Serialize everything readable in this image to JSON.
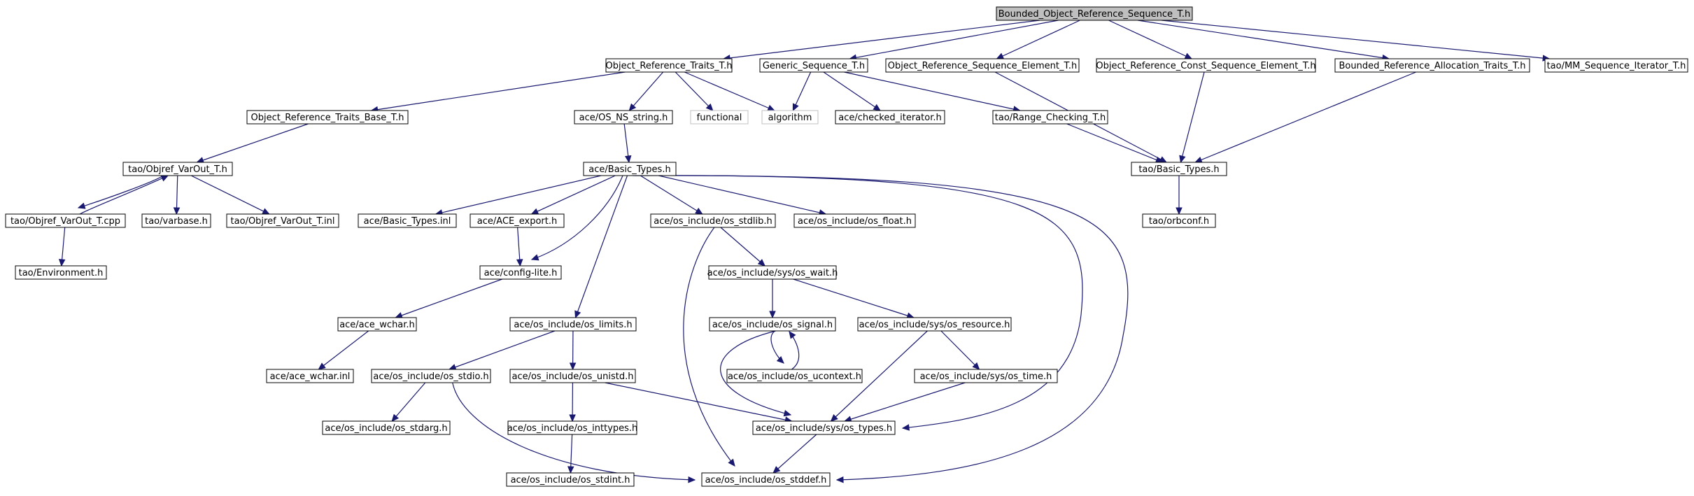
{
  "diagram": {
    "colors": {
      "edge": "#191970",
      "root_fill": "#bfbfbf",
      "node_fill": "#ffffff",
      "node_border": "#000000",
      "ghost_border": "#c0c0c0"
    },
    "nodes": [
      {
        "id": "root",
        "label": "Bounded_Object_Reference_Sequence_T.h"
      },
      {
        "id": "ort",
        "label": "Object_Reference_Traits_T.h"
      },
      {
        "id": "gs",
        "label": "Generic_Sequence_T.h"
      },
      {
        "id": "orse",
        "label": "Object_Reference_Sequence_Element_T.h"
      },
      {
        "id": "orcse",
        "label": "Object_Reference_Const_Sequence_Element_T.h"
      },
      {
        "id": "brat",
        "label": "Bounded_Reference_Allocation_Traits_T.h"
      },
      {
        "id": "mmsi",
        "label": "tao/MM_Sequence_Iterator_T.h"
      },
      {
        "id": "ortb",
        "label": "Object_Reference_Traits_Base_T.h"
      },
      {
        "id": "osns",
        "label": "ace/OS_NS_string.h"
      },
      {
        "id": "functional",
        "label": "functional"
      },
      {
        "id": "algorithm",
        "label": "algorithm"
      },
      {
        "id": "chkit",
        "label": "ace/checked_iterator.h"
      },
      {
        "id": "rangechk",
        "label": "tao/Range_Checking_T.h"
      },
      {
        "id": "taobt",
        "label": "tao/Basic_Types.h"
      },
      {
        "id": "orbconf",
        "label": "tao/orbconf.h"
      },
      {
        "id": "objref",
        "label": "tao/Objref_VarOut_T.h"
      },
      {
        "id": "acebt",
        "label": "ace/Basic_Types.h"
      },
      {
        "id": "objrefcpp",
        "label": "tao/Objref_VarOut_T.cpp"
      },
      {
        "id": "varbase",
        "label": "tao/varbase.h"
      },
      {
        "id": "objrefinl",
        "label": "tao/Objref_VarOut_T.inl"
      },
      {
        "id": "env",
        "label": "tao/Environment.h"
      },
      {
        "id": "btinl",
        "label": "ace/Basic_Types.inl"
      },
      {
        "id": "aceexp",
        "label": "ace/ACE_export.h"
      },
      {
        "id": "stdlib",
        "label": "ace/os_include/os_stdlib.h"
      },
      {
        "id": "float",
        "label": "ace/os_include/os_float.h"
      },
      {
        "id": "configlite",
        "label": "ace/config-lite.h"
      },
      {
        "id": "oswait",
        "label": "ace/os_include/sys/os_wait.h"
      },
      {
        "id": "wchar",
        "label": "ace/ace_wchar.h"
      },
      {
        "id": "limits",
        "label": "ace/os_include/os_limits.h"
      },
      {
        "id": "signal",
        "label": "ace/os_include/os_signal.h"
      },
      {
        "id": "resource",
        "label": "ace/os_include/sys/os_resource.h"
      },
      {
        "id": "wcharinl",
        "label": "ace/ace_wchar.inl"
      },
      {
        "id": "stdio",
        "label": "ace/os_include/os_stdio.h"
      },
      {
        "id": "unistd",
        "label": "ace/os_include/os_unistd.h"
      },
      {
        "id": "ucontext",
        "label": "ace/os_include/os_ucontext.h"
      },
      {
        "id": "ostime",
        "label": "ace/os_include/sys/os_time.h"
      },
      {
        "id": "stdarg",
        "label": "ace/os_include/os_stdarg.h"
      },
      {
        "id": "inttypes",
        "label": "ace/os_include/os_inttypes.h"
      },
      {
        "id": "ostypes",
        "label": "ace/os_include/sys/os_types.h"
      },
      {
        "id": "stdint",
        "label": "ace/os_include/os_stdint.h"
      },
      {
        "id": "stddef",
        "label": "ace/os_include/os_stddef.h"
      }
    ],
    "edges": [
      [
        "root",
        "ort"
      ],
      [
        "root",
        "gs"
      ],
      [
        "root",
        "orse"
      ],
      [
        "root",
        "orcse"
      ],
      [
        "root",
        "brat"
      ],
      [
        "root",
        "mmsi"
      ],
      [
        "ort",
        "ortb"
      ],
      [
        "ort",
        "osns"
      ],
      [
        "ort",
        "functional"
      ],
      [
        "ort",
        "algorithm"
      ],
      [
        "gs",
        "algorithm"
      ],
      [
        "gs",
        "chkit"
      ],
      [
        "gs",
        "rangechk"
      ],
      [
        "orse",
        "taobt"
      ],
      [
        "orcse",
        "taobt"
      ],
      [
        "brat",
        "taobt"
      ],
      [
        "rangechk",
        "taobt"
      ],
      [
        "taobt",
        "orbconf"
      ],
      [
        "ortb",
        "objref"
      ],
      [
        "objref",
        "objrefcpp"
      ],
      [
        "objrefcpp",
        "objref"
      ],
      [
        "objref",
        "varbase"
      ],
      [
        "objref",
        "objrefinl"
      ],
      [
        "objrefcpp",
        "env"
      ],
      [
        "osns",
        "acebt"
      ],
      [
        "acebt",
        "btinl"
      ],
      [
        "acebt",
        "aceexp"
      ],
      [
        "acebt",
        "configlite"
      ],
      [
        "acebt",
        "stdlib"
      ],
      [
        "acebt",
        "float"
      ],
      [
        "acebt",
        "limits"
      ],
      [
        "acebt",
        "ostypes"
      ],
      [
        "acebt",
        "stddef"
      ],
      [
        "aceexp",
        "configlite"
      ],
      [
        "configlite",
        "wchar"
      ],
      [
        "wchar",
        "wcharinl"
      ],
      [
        "stdlib",
        "oswait"
      ],
      [
        "stdlib",
        "stddef"
      ],
      [
        "oswait",
        "signal"
      ],
      [
        "oswait",
        "resource"
      ],
      [
        "signal",
        "ucontext"
      ],
      [
        "ucontext",
        "signal"
      ],
      [
        "signal",
        "ostypes"
      ],
      [
        "resource",
        "ostime"
      ],
      [
        "resource",
        "ostypes"
      ],
      [
        "ostime",
        "ostypes"
      ],
      [
        "limits",
        "stdio"
      ],
      [
        "limits",
        "unistd"
      ],
      [
        "stdio",
        "stdarg"
      ],
      [
        "stdio",
        "stddef"
      ],
      [
        "unistd",
        "inttypes"
      ],
      [
        "unistd",
        "ostypes"
      ],
      [
        "inttypes",
        "stdint"
      ],
      [
        "ostypes",
        "stddef"
      ]
    ]
  }
}
